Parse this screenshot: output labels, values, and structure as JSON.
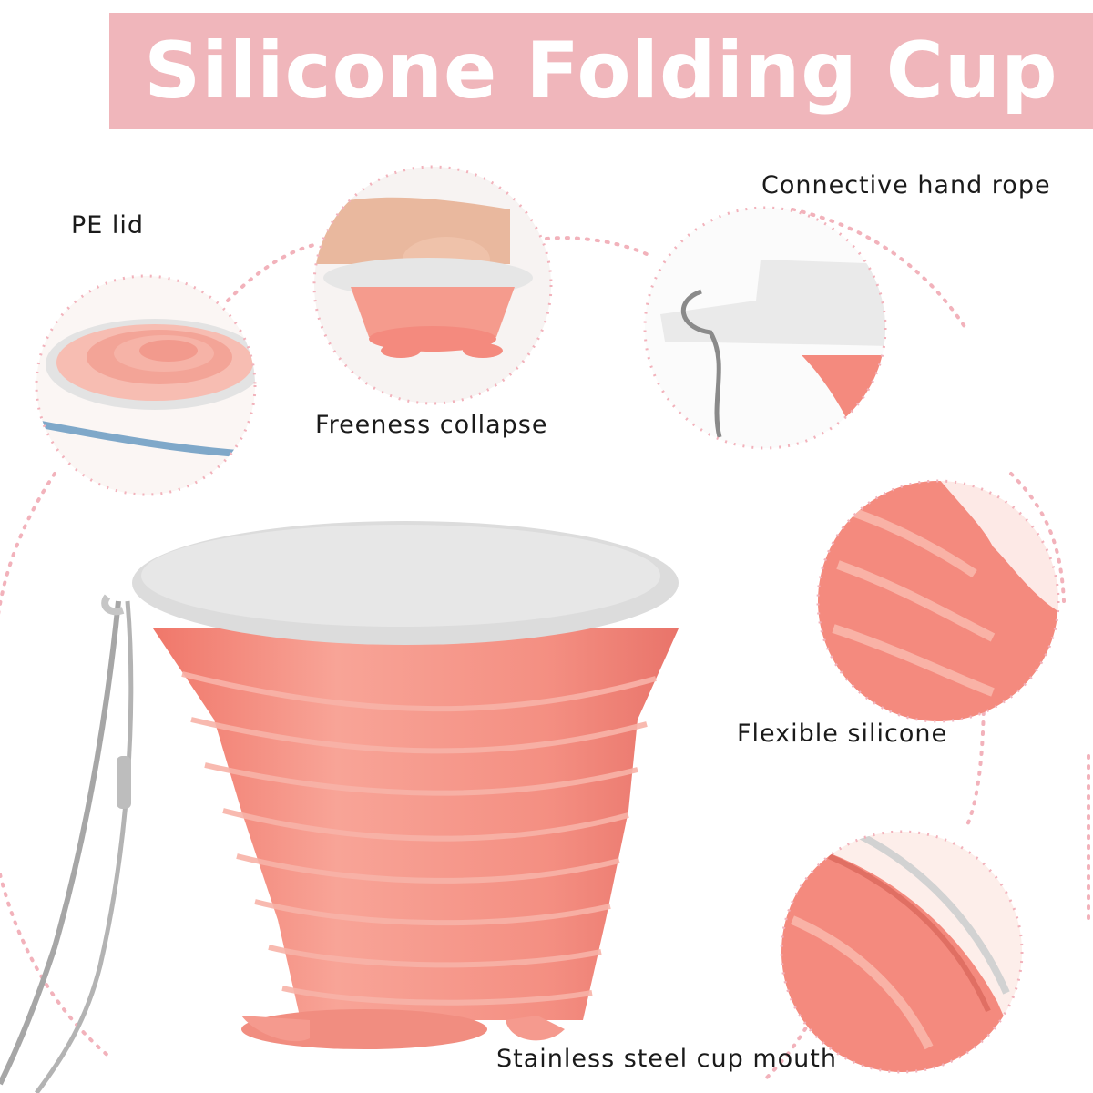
{
  "title": "Silicone Folding Cup",
  "features": {
    "pe_lid": "PE lid",
    "freeness_collapse": "Freeness collapse",
    "hand_rope": "Connective hand rope",
    "flexible_silicone": "Flexible silicone",
    "cup_mouth": "Stainless steel cup mouth"
  },
  "colors": {
    "banner": "#f0b6bb",
    "cup": "#f48a7e",
    "lid": "#dedede",
    "dotted_line": "#f2b2bb"
  }
}
